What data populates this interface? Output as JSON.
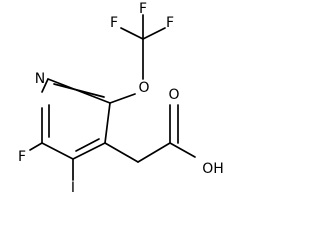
{
  "molecule": {
    "labels": {
      "F_top_left": "F",
      "F_top_center": "F",
      "F_top_right": "F",
      "O_ether": "O",
      "N_ring": "N",
      "F_ring": "F",
      "I_ring": "I",
      "O_carbonyl": "O",
      "OH": "OH"
    },
    "colors": {
      "bond": "#000000",
      "label": "#000000",
      "background": "#ffffff"
    }
  }
}
